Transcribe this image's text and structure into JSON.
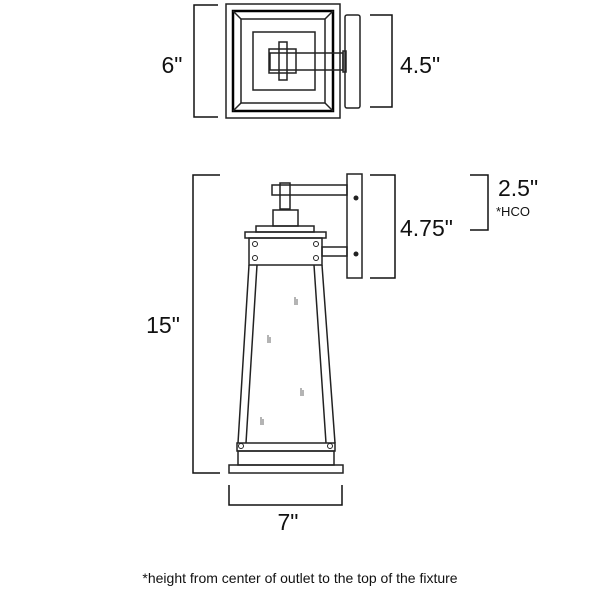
{
  "top_view": {
    "height_label": "6\"",
    "backplate_label": "4.5\""
  },
  "side_view": {
    "height_label": "15\"",
    "backplate_label": "4.75\"",
    "hco_label": "2.5\"",
    "hco_note": "*HCO",
    "width_label": "7\""
  },
  "footnote": "*height from center of outlet to the top of the fixture"
}
